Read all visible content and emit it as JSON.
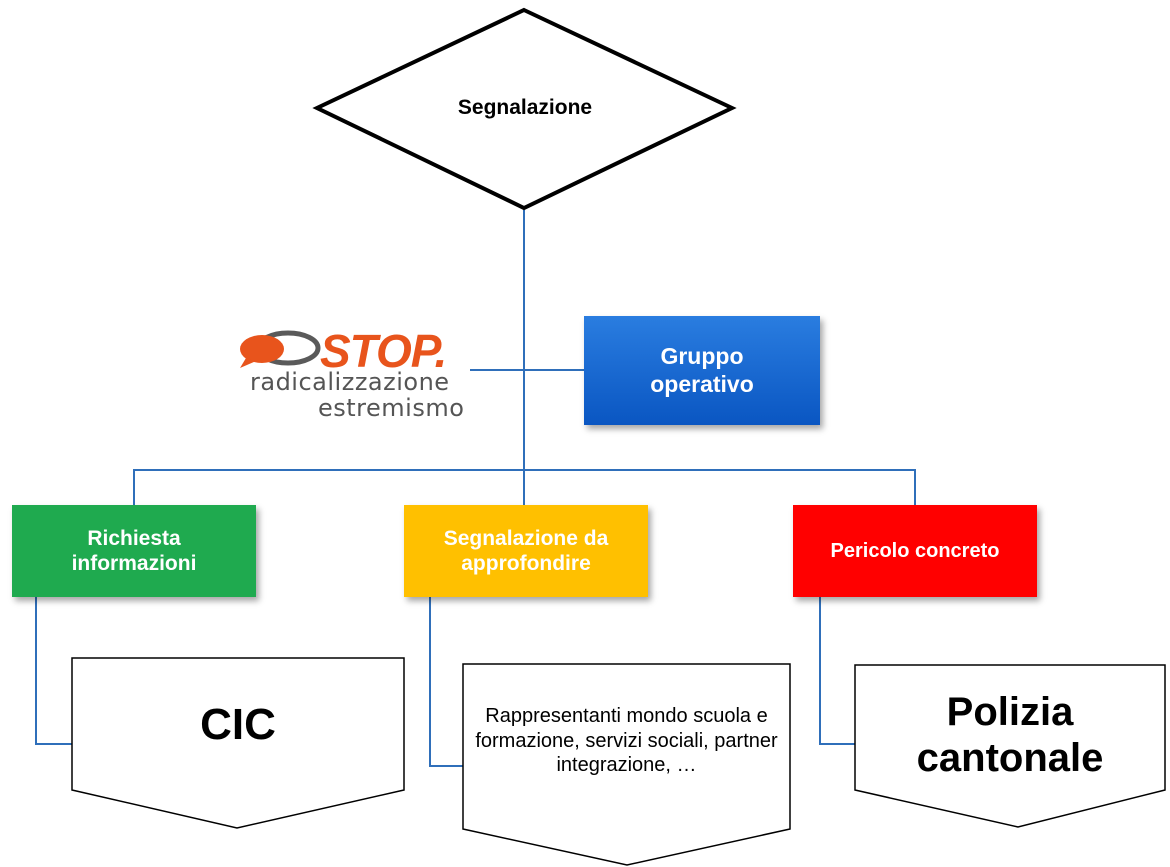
{
  "diagram": {
    "decision": {
      "label": "Segnalazione"
    },
    "logo": {
      "wordmark": "STOP.",
      "line1": "radicalizzazione",
      "line2": "estremismo",
      "colors": {
        "orange": "#e8541c",
        "gray": "#5a5a5a"
      }
    },
    "nodes": {
      "gruppo": {
        "label": "Gruppo operativo",
        "color": "#0a5bc4"
      },
      "richiesta": {
        "label": "Richiesta informazioni",
        "color": "#1faa4f"
      },
      "segnalazione_da_approfondire": {
        "label": "Segnalazione da approfondire",
        "color": "#ffc000"
      },
      "pericolo": {
        "label": "Pericolo concreto",
        "color": "#ff0000"
      }
    },
    "destinations": {
      "cic": {
        "label": "CIC"
      },
      "rappresentanti": {
        "label": "Rappresentanti mondo scuola e formazione, servizi sociali, partner integrazione, …"
      },
      "polizia": {
        "label": "Polizia cantonale"
      }
    },
    "line_color": "#2f6fba"
  }
}
